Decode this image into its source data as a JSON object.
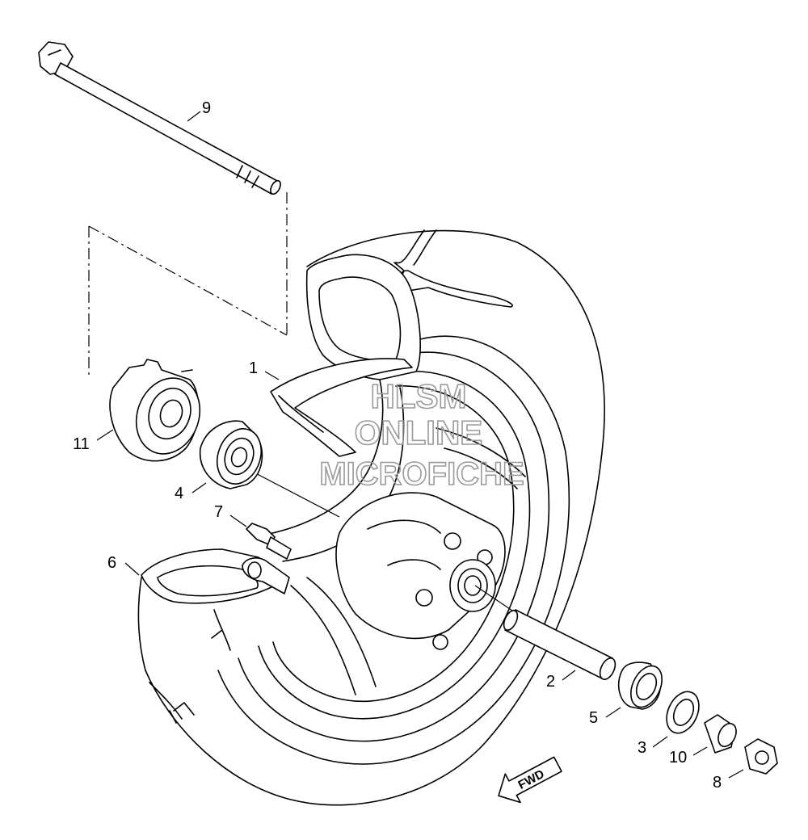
{
  "watermark": {
    "line1": "HLSM",
    "line2": "ONLINE",
    "line3": "MICROFICHE"
  },
  "direction_label": "FWD",
  "callouts": [
    {
      "id": "1",
      "label": "1"
    },
    {
      "id": "2",
      "label": "2"
    },
    {
      "id": "3",
      "label": "3"
    },
    {
      "id": "4",
      "label": "4"
    },
    {
      "id": "5",
      "label": "5"
    },
    {
      "id": "6",
      "label": "6"
    },
    {
      "id": "7",
      "label": "7"
    },
    {
      "id": "8",
      "label": "8"
    },
    {
      "id": "9",
      "label": "9"
    },
    {
      "id": "10",
      "label": "10"
    },
    {
      "id": "11",
      "label": "11"
    }
  ]
}
